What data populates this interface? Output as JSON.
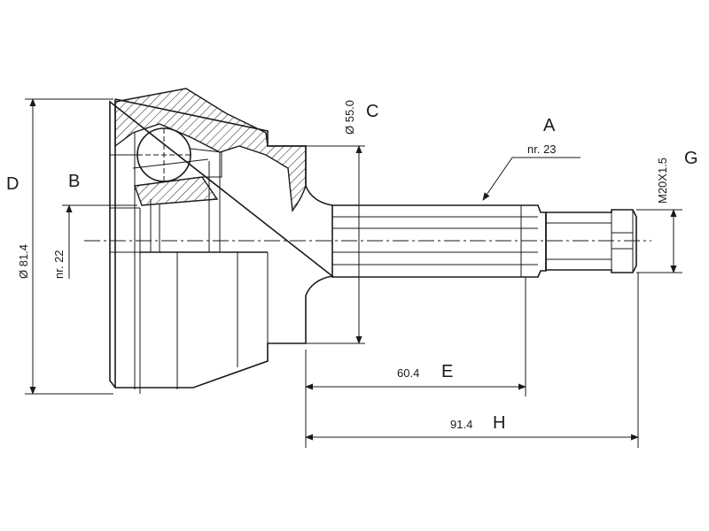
{
  "labels": {
    "a": {
      "letter": "A",
      "note": "nr. 23"
    },
    "b": {
      "letter": "B",
      "note": "nr. 22"
    },
    "c": {
      "letter": "C",
      "value": "Ø 55.0"
    },
    "d": {
      "letter": "D",
      "value": "Ø 81.4"
    },
    "e": {
      "letter": "E",
      "value": "60.4"
    },
    "g": {
      "letter": "G",
      "value": "M20X1.5"
    },
    "h": {
      "letter": "H",
      "value": "91.4"
    }
  }
}
